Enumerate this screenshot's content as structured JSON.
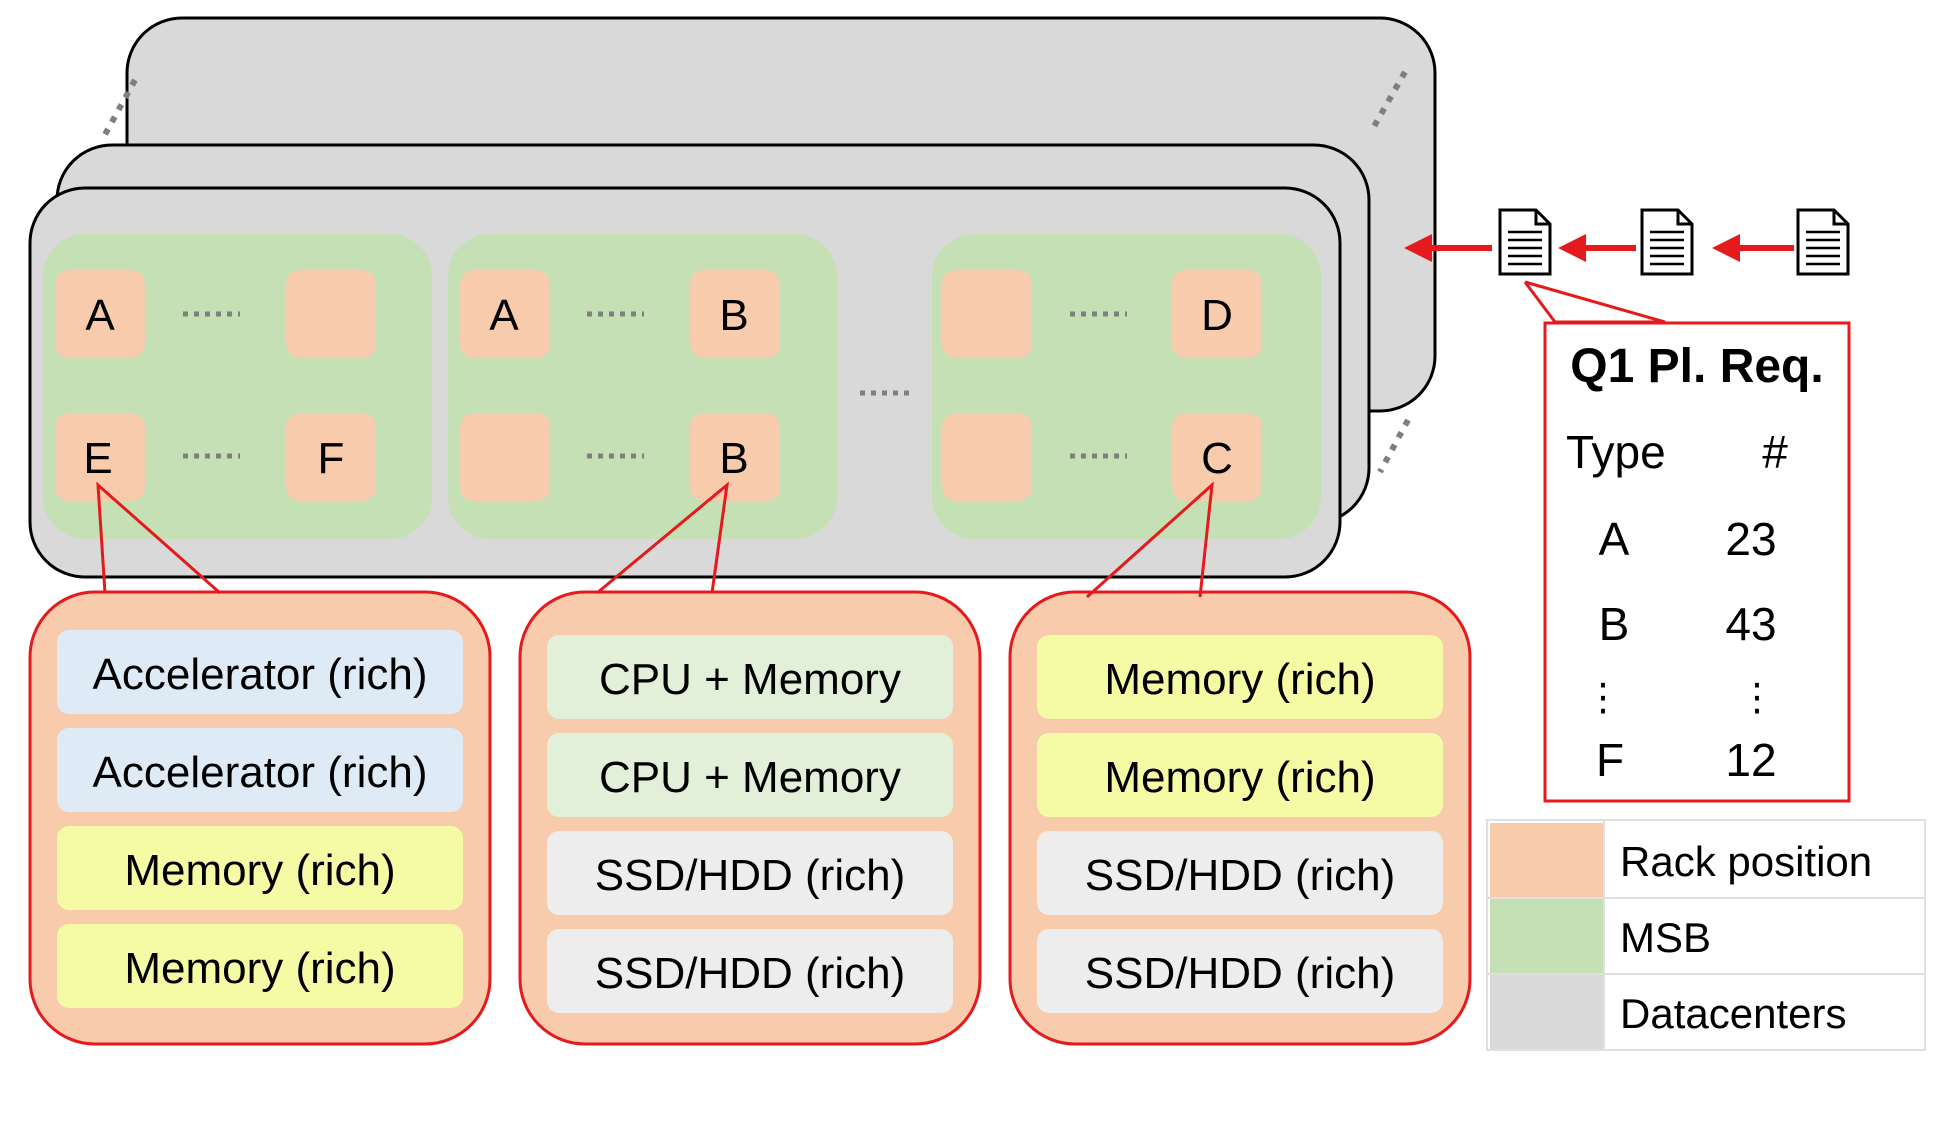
{
  "colors": {
    "rack_position": "#F8CBAD",
    "msb": "#C5E0B4",
    "datacenter": "#D9D9D9",
    "accelerator": "#DEEBF7",
    "memory_rich": "#F4FBA4",
    "cpu_memory": "#E2F0D9",
    "ssd_hdd": "#EDEDED",
    "highlight_line": "#E41A1C",
    "arrow": "#E41A1C",
    "border": "#000000",
    "dots": "#7F7F7F"
  },
  "msbs": [
    {
      "racks": [
        "A",
        "",
        "E",
        "F"
      ]
    },
    {
      "racks": [
        "A",
        "B",
        "",
        "B"
      ]
    },
    {
      "racks": [
        "",
        "D",
        "",
        "C"
      ]
    }
  ],
  "rack_details": [
    {
      "rack": "E",
      "items": [
        {
          "label": "Accelerator (rich)",
          "kind": "accelerator"
        },
        {
          "label": "Accelerator (rich)",
          "kind": "accelerator"
        },
        {
          "label": "Memory (rich)",
          "kind": "memory_rich"
        },
        {
          "label": "Memory (rich)",
          "kind": "memory_rich"
        }
      ]
    },
    {
      "rack": "B",
      "items": [
        {
          "label": "CPU + Memory",
          "kind": "cpu_memory"
        },
        {
          "label": "CPU + Memory",
          "kind": "cpu_memory"
        },
        {
          "label": "SSD/HDD (rich)",
          "kind": "ssd_hdd"
        },
        {
          "label": "SSD/HDD (rich)",
          "kind": "ssd_hdd"
        }
      ]
    },
    {
      "rack": "C",
      "items": [
        {
          "label": "Memory (rich)",
          "kind": "memory_rich"
        },
        {
          "label": "Memory (rich)",
          "kind": "memory_rich"
        },
        {
          "label": "SSD/HDD (rich)",
          "kind": "ssd_hdd"
        },
        {
          "label": "SSD/HDD (rich)",
          "kind": "ssd_hdd"
        }
      ]
    }
  ],
  "request": {
    "title": "Q1 Pl. Req.",
    "col_type": "Type",
    "col_count": "#",
    "rows": [
      {
        "type": "A",
        "count": "23"
      },
      {
        "type": "B",
        "count": "43"
      },
      {
        "type": "⋮",
        "count": "⋮"
      },
      {
        "type": "F",
        "count": "12"
      }
    ]
  },
  "legend": [
    {
      "label": "Rack position",
      "color_key": "rack_position"
    },
    {
      "label": "MSB",
      "color_key": "msb"
    },
    {
      "label": "Datacenters",
      "color_key": "datacenter"
    }
  ],
  "icons": [
    "document-icon",
    "document-icon",
    "document-icon",
    "arrow-left-icon"
  ]
}
